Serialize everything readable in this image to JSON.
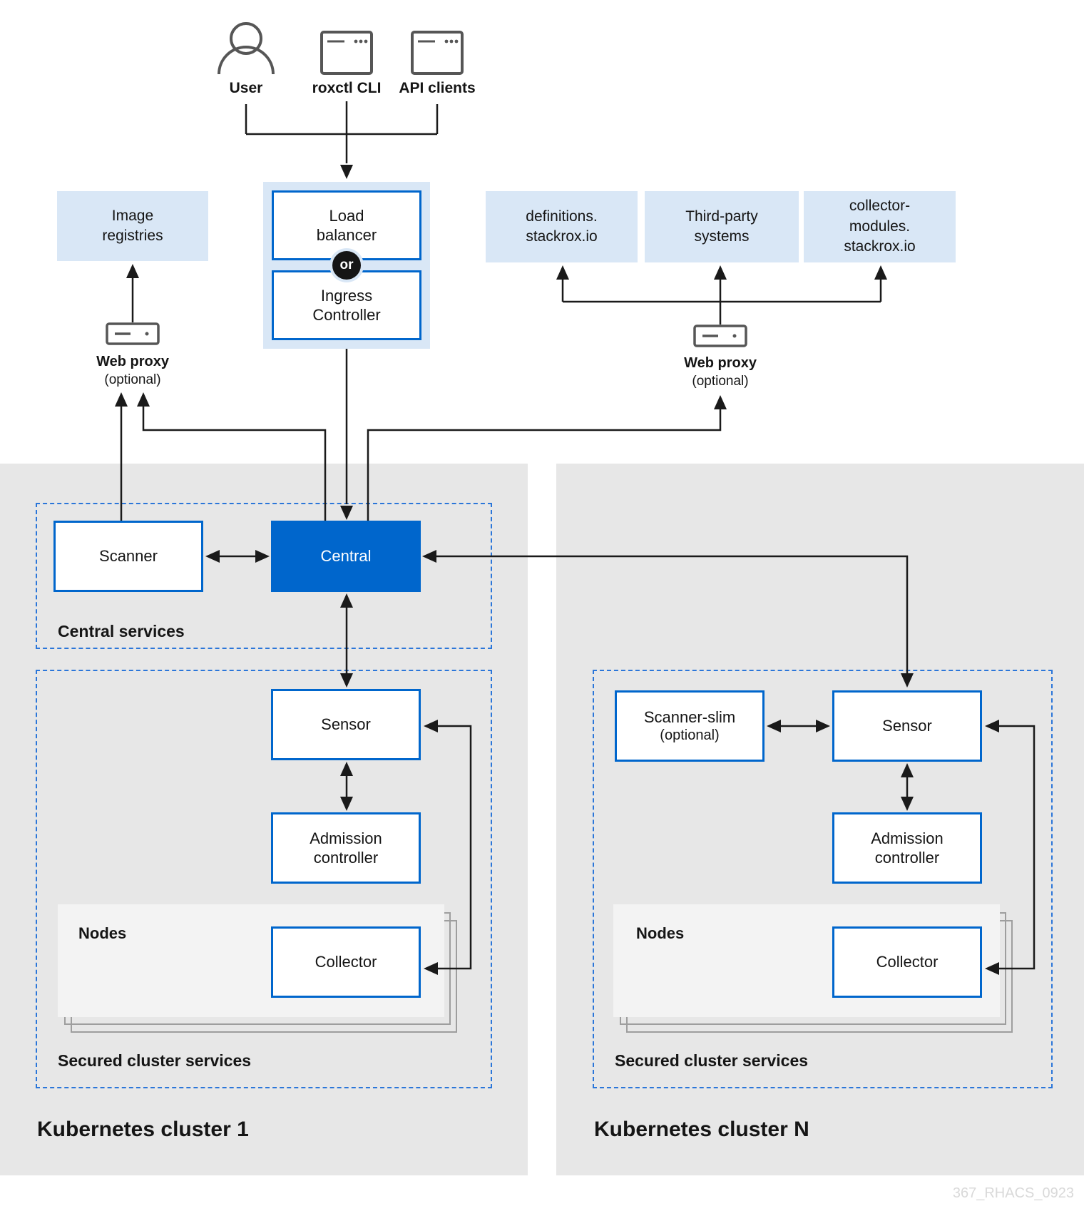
{
  "actors": {
    "user": "User",
    "roxctl_cli": "roxctl CLI",
    "api_clients": "API clients"
  },
  "gateway": {
    "load_balancer": "Load\nbalancer",
    "or_label": "or",
    "ingress_controller": "Ingress\nController"
  },
  "external": {
    "image_registries": "Image\nregistries",
    "definitions": "definitions.\nstackrox.io",
    "third_party": "Third-party\nsystems",
    "collector_modules": "collector-\nmodules.\nstackrox.io",
    "web_proxy": "Web proxy",
    "web_proxy_optional": "(optional)"
  },
  "central_services": {
    "section_label": "Central services",
    "scanner": "Scanner",
    "central": "Central"
  },
  "cluster1": {
    "cluster_label": "Kubernetes cluster 1",
    "secured_label": "Secured cluster services",
    "nodes_label": "Nodes",
    "sensor": "Sensor",
    "admission_controller": "Admission\ncontroller",
    "collector": "Collector"
  },
  "clusterN": {
    "cluster_label": "Kubernetes cluster N",
    "secured_label": "Secured cluster services",
    "nodes_label": "Nodes",
    "scanner_slim": "Scanner-slim",
    "scanner_slim_optional": "(optional)",
    "sensor": "Sensor",
    "admission_controller": "Admission\ncontroller",
    "collector": "Collector"
  },
  "watermark": "367_RHACS_0923",
  "colors": {
    "accent_blue": "#0066cc",
    "light_blue": "#d9e7f6",
    "panel_gray": "#e7e7e7",
    "nodes_gray": "#f3f3f3",
    "line_dark": "#1a1a1a",
    "dashed_blue": "#2b76d9"
  }
}
